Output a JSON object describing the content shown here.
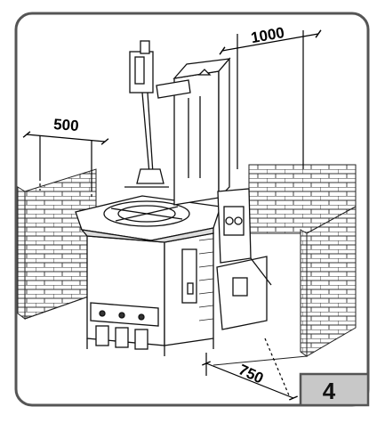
{
  "figure": {
    "number": "4",
    "dimensions": {
      "left_clearance": "500",
      "back_clearance": "1000",
      "front_clearance": "750"
    }
  }
}
